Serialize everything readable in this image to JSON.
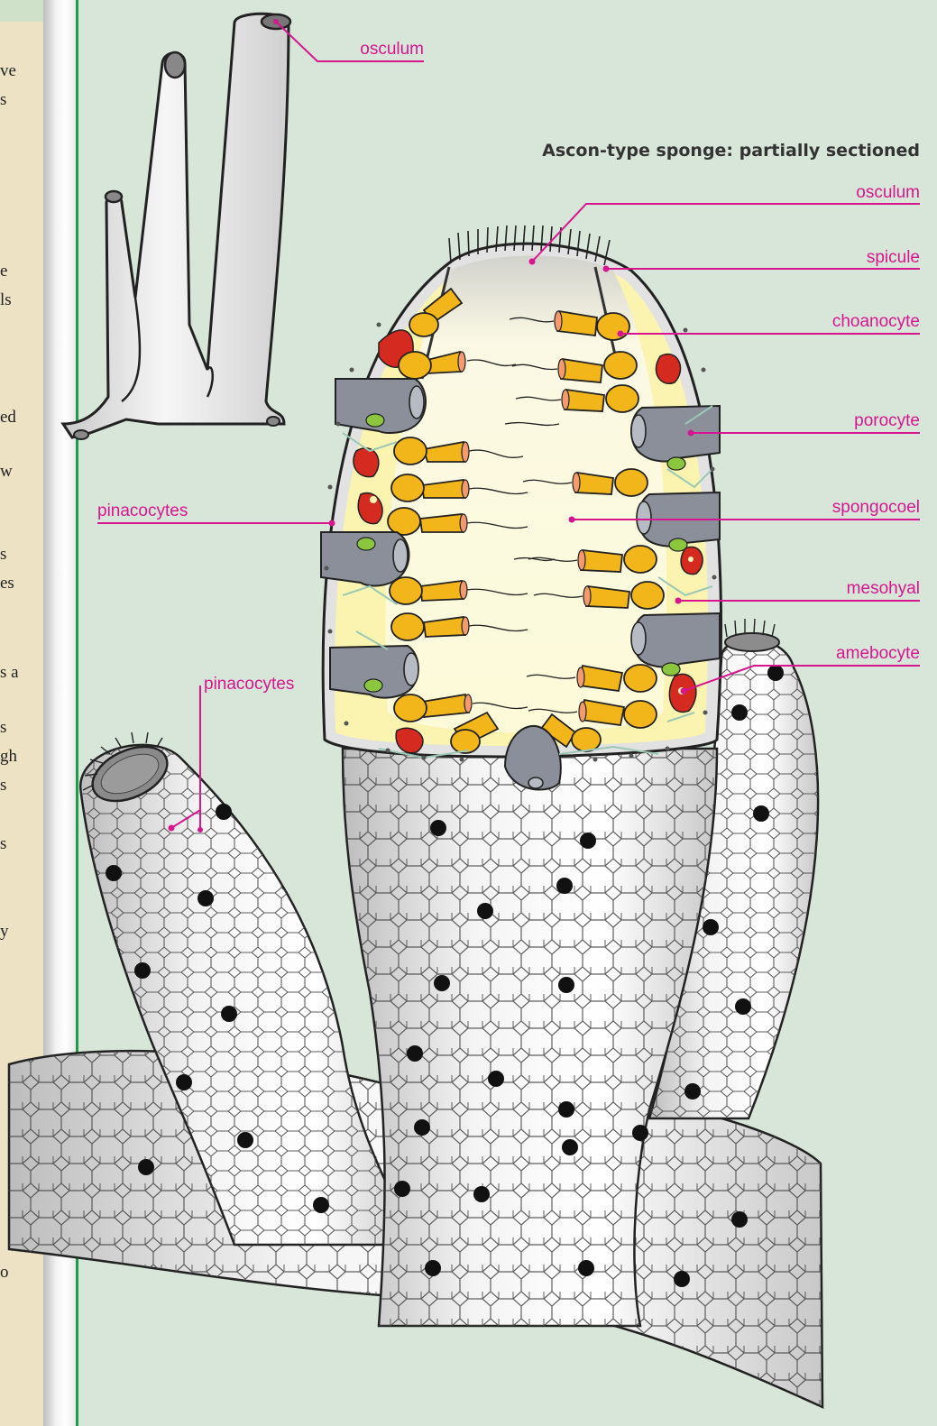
{
  "sidebar": {
    "fragments": [
      "ve",
      "s",
      "e",
      "ls",
      "ed",
      "w",
      "s",
      "es",
      "s a",
      "s",
      "gh",
      "s",
      "s",
      "y",
      "o"
    ]
  },
  "diagram": {
    "title": "Ascon-type sponge: partially sectioned",
    "labels": {
      "osculum_small": "osculum",
      "osculum": "osculum",
      "spicule": "spicule",
      "choanocyte": "choanocyte",
      "porocyte": "porocyte",
      "spongocoel": "spongocoel",
      "mesohyal": "mesohyal",
      "amebocyte": "amebocyte",
      "pinacocytes_left": "pinacocytes",
      "pinacocytes_bottom": "pinacocytes"
    },
    "colors": {
      "background": "#d8e6d9",
      "label": "#d6168f",
      "choanocyte": "#f2b61b",
      "porocyte": "#8a8f99",
      "amebocyte": "#d42a20",
      "mesohyal": "#fbf3b0"
    }
  }
}
